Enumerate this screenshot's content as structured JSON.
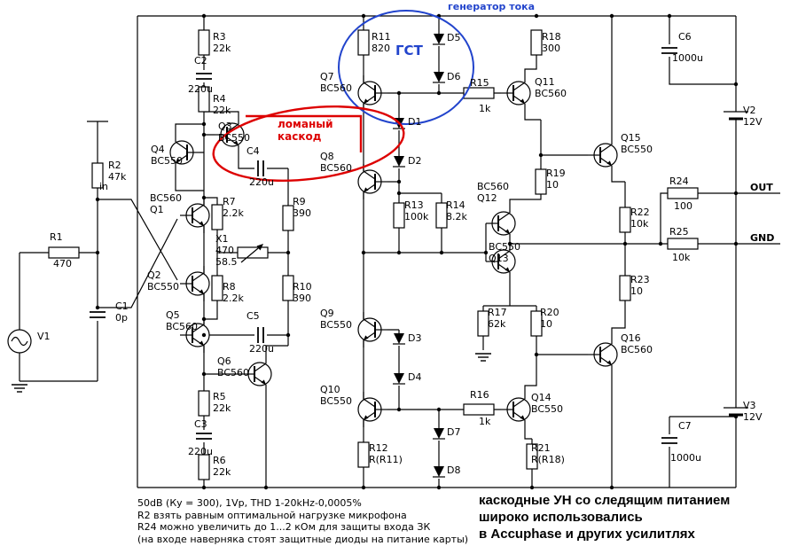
{
  "ports": {
    "input": "in",
    "out": "OUT",
    "gnd": "GND"
  },
  "components": {
    "V1": "V1",
    "R1": {
      "ref": "R1",
      "val": "470"
    },
    "R2": "R2\n47k",
    "C1": "C1\n0p",
    "R3": "R3\n22k",
    "C2": {
      "ref": "C2",
      "val": "220u"
    },
    "R4": "R4\n22k",
    "Q4": "Q4\nBC550",
    "Q3": "Q3\nBC550",
    "C4": {
      "ref": "C4",
      "val": "220u"
    },
    "Q1": "BC560\nQ1",
    "Q2": "Q2\nBC550",
    "Q5": "Q5\nBC560",
    "Q6": "Q6\nBC560",
    "R7": "R7\n2.2k",
    "R8": "R8\n2.2k",
    "R9": "R9\n390",
    "R10": "R10\n390",
    "X1": "X1\n470\n58.5",
    "C5": {
      "ref": "C5",
      "val": "220u"
    },
    "R5": "R5\n22k",
    "C3": {
      "ref": "C3",
      "val": "220u"
    },
    "R6": "R6\n22k",
    "R11": "R11\n820",
    "Q7": "Q7\nBC560",
    "Q8": "Q8\nBC560",
    "Q9": "Q9\nBC550",
    "Q10": "Q10\nBC550",
    "D1": "D1",
    "D2": "D2",
    "D3": "D3",
    "D4": "D4",
    "D5": "D5",
    "D6": "D6",
    "D7": "D7",
    "D8": "D8",
    "R13": "R13\n100k",
    "R14": "R14\n8.2k",
    "R12": "R12\nR(R11)",
    "R15": {
      "ref": "R15",
      "val": "1k"
    },
    "R16": {
      "ref": "R16",
      "val": "1k"
    },
    "R18": "R18\n300",
    "Q11": "Q11\nBC560",
    "R19": "R19\n10",
    "Q12": "BC560\nQ12",
    "Q13": "BC550\nQ13",
    "R17": "R17\n62k",
    "R20": "R20\n10",
    "Q14": "Q14\nBC550",
    "R21": "R21\nR(R18)",
    "Q15": "Q15\nBC550",
    "Q16": "Q16\nBC560",
    "R22": "R22\n10k",
    "R23": "R23\n10",
    "R24": {
      "ref": "R24",
      "val": "100"
    },
    "R25": {
      "ref": "R25",
      "val": "10k"
    },
    "C6": {
      "ref": "C6",
      "val": "1000u"
    },
    "C7": {
      "ref": "C7",
      "val": "1000u"
    },
    "V2": "V2\n12V",
    "V3": "V3\n12V"
  },
  "annotations": {
    "current_source_title": "генератор тока",
    "gst": "ГСТ",
    "cascode": "ломаный\nкаскод",
    "accent_blue": "#2244cc",
    "accent_red": "#dd0000"
  },
  "notes": "50dB (Ку = 300), 1Vp, THD 1-20kHz-0,0005%\nR2 взять равным оптимальной нагрузке микрофона\nR24 можно увеличить до 1...2 кОм для защиты входа ЗК\n(на входе наверняка стоят защитные диоды на питание карты)",
  "credit": "каскодные УН со следящим питанием\nшироко использовались\nв Accuphase и других усилитлях"
}
